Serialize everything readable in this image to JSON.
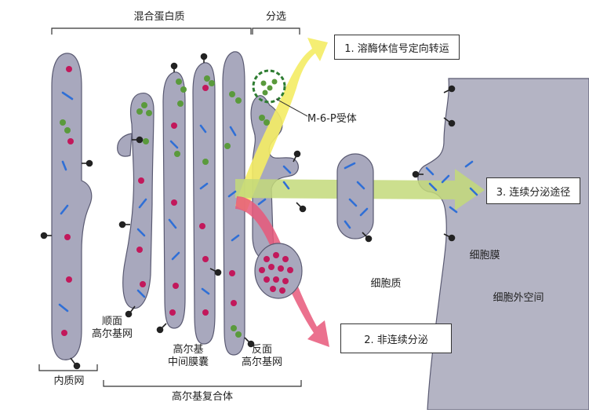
{
  "labels": {
    "mixed_protein": "混合蛋白质",
    "sorting": "分选",
    "lysosome_signal": "1. 溶酶体信号定向转运",
    "m6p_receptor": "M-6-P受体",
    "continuous_secretion": "3. 连续分泌途径",
    "cell_membrane": "细胞膜",
    "cytoplasm": "细胞质",
    "extracellular_space": "细胞外空间",
    "discontinuous_secretion": "2. 非连续分泌",
    "cis_golgi_network_line1": "顺面",
    "cis_golgi_network_line2": "高尔基网",
    "medial_golgi_cisternae_line1": "高尔基",
    "medial_golgi_cisternae_line2": "中间膜囊",
    "trans_golgi_network_line1": "反面",
    "trans_golgi_network_line2": "高尔基网",
    "endoplasmic_reticulum": "内质网",
    "golgi_complex": "高尔基复合体"
  },
  "colors": {
    "organelle_fill": "#a8a8bd",
    "organelle_stroke": "#5a5a72",
    "protein_magenta": "#c2185b",
    "protein_green": "#5a9a3c",
    "rod_blue": "#2f6fd6",
    "receptor_black": "#222222",
    "arrow_yellow": "#f4ec64",
    "arrow_green": "#c3d97a",
    "arrow_pink": "#e8587a",
    "membrane_fill": "#b4b4c4"
  }
}
